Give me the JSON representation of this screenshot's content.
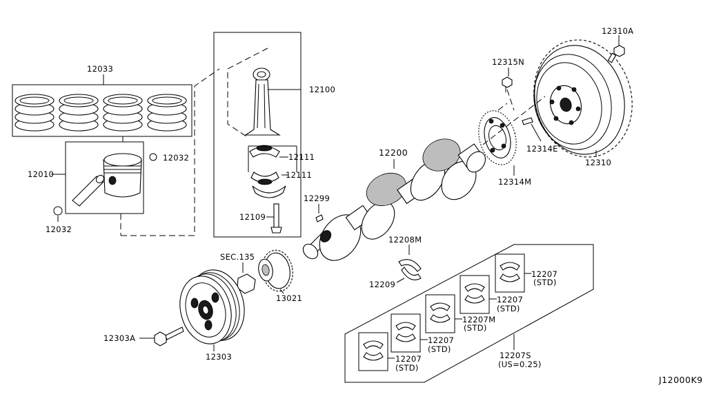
{
  "figure_id": "J12000K9",
  "parts": {
    "p12033": "12033",
    "p12010": "12010",
    "p12032a": "12032",
    "p12032b": "12032",
    "p12100": "12100",
    "p12111a": "12111",
    "p12111b": "12111",
    "p12109": "12109",
    "p12299": "12299",
    "p12200": "12200",
    "p12208m": "12208M",
    "p12209": "12209",
    "sec135": "SEC.135",
    "p13021": "13021",
    "p12303": "12303",
    "p12303a": "12303A",
    "p12315n": "12315N",
    "p12310a": "12310A",
    "p12314e": "12314E",
    "p12314m": "12314M",
    "p12310": "12310",
    "b1": "12207",
    "b1s": "(STD)",
    "b2": "12207",
    "b2s": "(STD)",
    "b3": "12207M",
    "b3s": "(STD)",
    "b4": "12207",
    "b4s": "(STD)",
    "b5": "12207",
    "b5s": "(STD)",
    "p12207s": "12207S",
    "p12207s_note": "(US=0.25)"
  }
}
